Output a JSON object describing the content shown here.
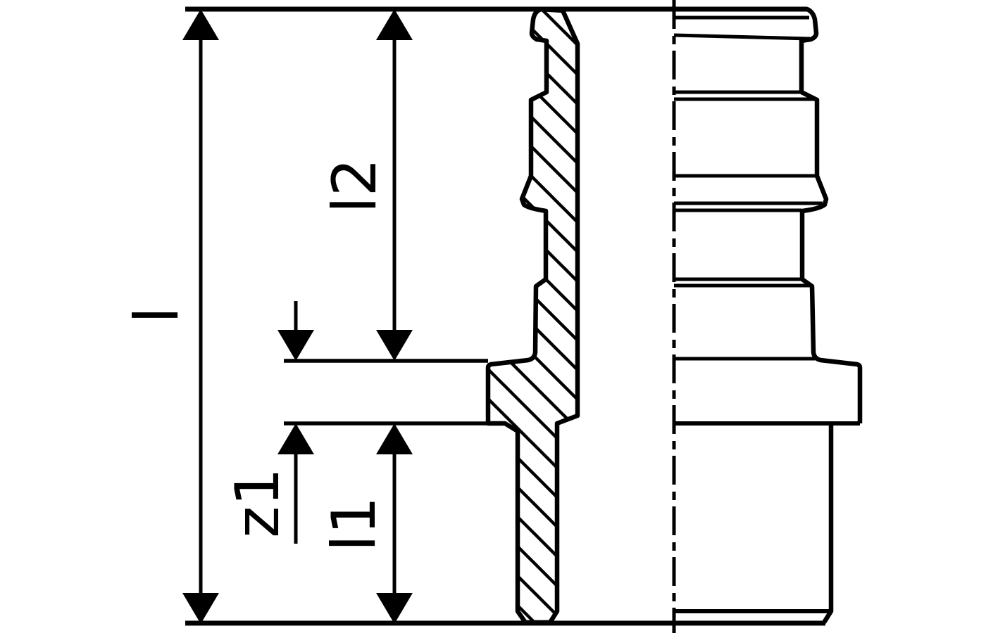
{
  "drawing": {
    "kind": "pipe-fitting-section-drawing",
    "colors": {
      "line": "#000000",
      "background": "#ffffff"
    },
    "labels": {
      "overall_length": "l",
      "insertion_depth": "l2",
      "shoulder_offset": "z1",
      "lower_length": "l1"
    }
  }
}
